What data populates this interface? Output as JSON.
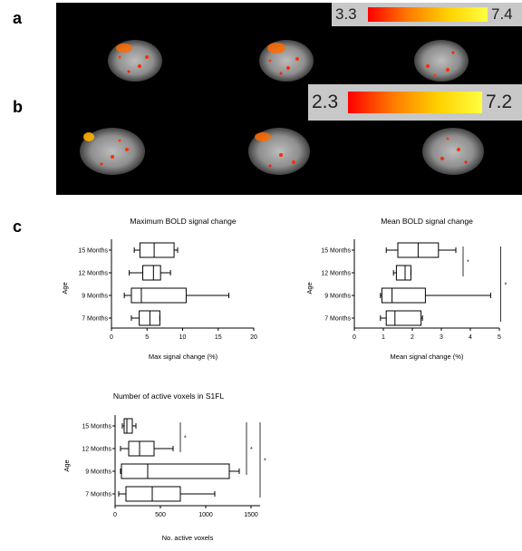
{
  "panels": {
    "a": "a",
    "b": "b",
    "c": "c"
  },
  "colorbars": {
    "a": {
      "min": "3.3",
      "max": "7.4"
    },
    "b": {
      "min": "2.3",
      "max": "7.2"
    }
  },
  "colors": {
    "mri_background": "#000000",
    "heat_low": "#ff0000",
    "heat_high": "#ffff40",
    "box_stroke": "#000000"
  },
  "chart_data": [
    {
      "type": "boxplot",
      "title": "Maximum BOLD signal change",
      "xlabel": "Max signal change (%)",
      "ylabel": "Age",
      "categories": [
        "15 Months",
        "12 Months",
        "9 Months",
        "7 Months"
      ],
      "xlim": [
        0,
        20
      ],
      "xticks": [
        "0",
        "5",
        "10",
        "15",
        "20"
      ],
      "xtick_values": [
        0,
        5,
        10,
        15,
        20
      ],
      "boxes": [
        {
          "min": 3.2,
          "q1": 4.0,
          "median": 6.0,
          "q3": 8.8,
          "max": 9.3
        },
        {
          "min": 2.5,
          "q1": 4.4,
          "median": 5.9,
          "q3": 6.9,
          "max": 8.3
        },
        {
          "min": 1.8,
          "q1": 2.8,
          "median": 4.2,
          "q3": 10.5,
          "max": 16.5
        },
        {
          "min": 2.8,
          "q1": 3.9,
          "median": 5.4,
          "q3": 6.8,
          "max": 6.8
        }
      ],
      "significance": []
    },
    {
      "type": "boxplot",
      "title": "Mean BOLD signal change",
      "xlabel": "Mean signal change (%)",
      "ylabel": "Age",
      "categories": [
        "15 Months",
        "12 Months",
        "9 Months",
        "7 Months"
      ],
      "xlim": [
        0,
        5
      ],
      "xticks": [
        "0",
        "1",
        "2",
        "3",
        "4",
        "5"
      ],
      "xtick_values": [
        0,
        1,
        2,
        3,
        4,
        5
      ],
      "boxes": [
        {
          "min": 1.1,
          "q1": 1.5,
          "median": 2.2,
          "q3": 2.9,
          "max": 3.5
        },
        {
          "min": 1.35,
          "q1": 1.45,
          "median": 1.75,
          "q3": 1.95,
          "max": 1.95
        },
        {
          "min": 0.9,
          "q1": 0.95,
          "median": 1.3,
          "q3": 2.45,
          "max": 4.7
        },
        {
          "min": 0.9,
          "q1": 1.1,
          "median": 1.4,
          "q3": 2.3,
          "max": 2.35
        }
      ],
      "significance": [
        {
          "from": 0,
          "to": 1,
          "x": 3.75,
          "label": "*"
        },
        {
          "from": 0,
          "to": 3,
          "x": 5.05,
          "label": "*"
        }
      ]
    },
    {
      "type": "boxplot",
      "title": "Number of active voxels in S1FL",
      "xlabel": "No. active voxels",
      "ylabel": "Age",
      "categories": [
        "15 Months",
        "12 Months",
        "9 Months",
        "7 Months"
      ],
      "xlim": [
        0,
        1600
      ],
      "xticks": [
        "0",
        "500",
        "1000",
        "1500"
      ],
      "xtick_values": [
        0,
        500,
        1000,
        1500
      ],
      "boxes": [
        {
          "min": 80,
          "q1": 100,
          "median": 130,
          "q3": 190,
          "max": 230
        },
        {
          "min": 60,
          "q1": 150,
          "median": 270,
          "q3": 430,
          "max": 640
        },
        {
          "min": 60,
          "q1": 70,
          "median": 360,
          "q3": 1260,
          "max": 1370
        },
        {
          "min": 40,
          "q1": 120,
          "median": 410,
          "q3": 720,
          "max": 1100
        }
      ],
      "significance": [
        {
          "from": 0,
          "to": 1,
          "x": 720,
          "label": "*"
        },
        {
          "from": 0,
          "to": 2,
          "x": 1450,
          "label": "*"
        },
        {
          "from": 0,
          "to": 3,
          "x": 1600,
          "label": "*"
        }
      ]
    }
  ]
}
